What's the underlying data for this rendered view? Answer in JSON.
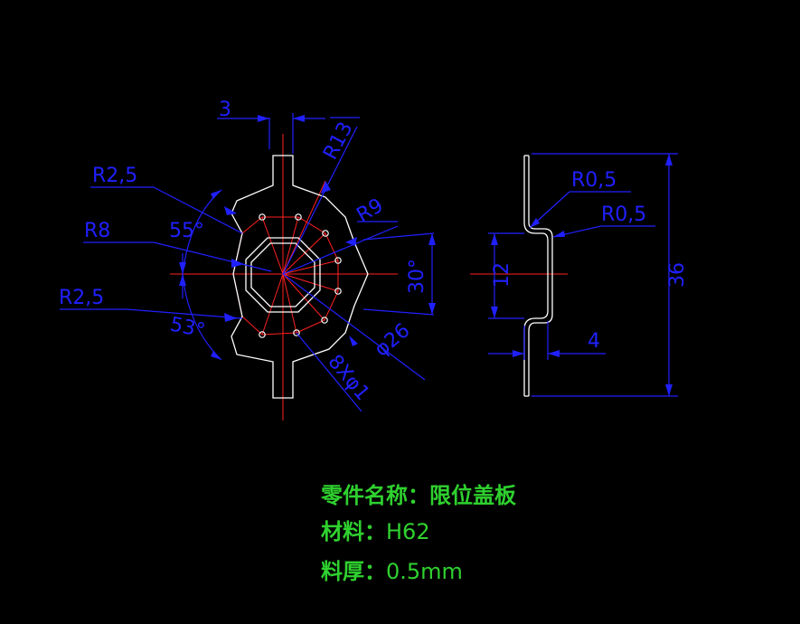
{
  "colors": {
    "background": "#000000",
    "outline": "#ffffff",
    "center_line": "#ff2020",
    "dimension": "#2020ff",
    "note": "#2fd12f"
  },
  "front_view": {
    "dims": {
      "width_3": "3",
      "r13": "R13",
      "r2_5_top": "R2,5",
      "r9": "R9",
      "r8": "R8",
      "angle_55": "55°",
      "angle_30": "30°",
      "r2_5_bottom": "R2,5",
      "angle_53": "53°",
      "holes": "8Xφ1",
      "dia_26": "φ26"
    }
  },
  "side_view": {
    "dims": {
      "r0_5_a": "R0,5",
      "r0_5_b": "R0,5",
      "h12": "12",
      "h36": "36",
      "w4": "4"
    }
  },
  "notes": {
    "name_label": "零件名称：",
    "name_value": "限位盖板",
    "material_label": "材料：",
    "material_value": "H62",
    "thickness_label": "料厚：",
    "thickness_value": "0.5mm"
  }
}
